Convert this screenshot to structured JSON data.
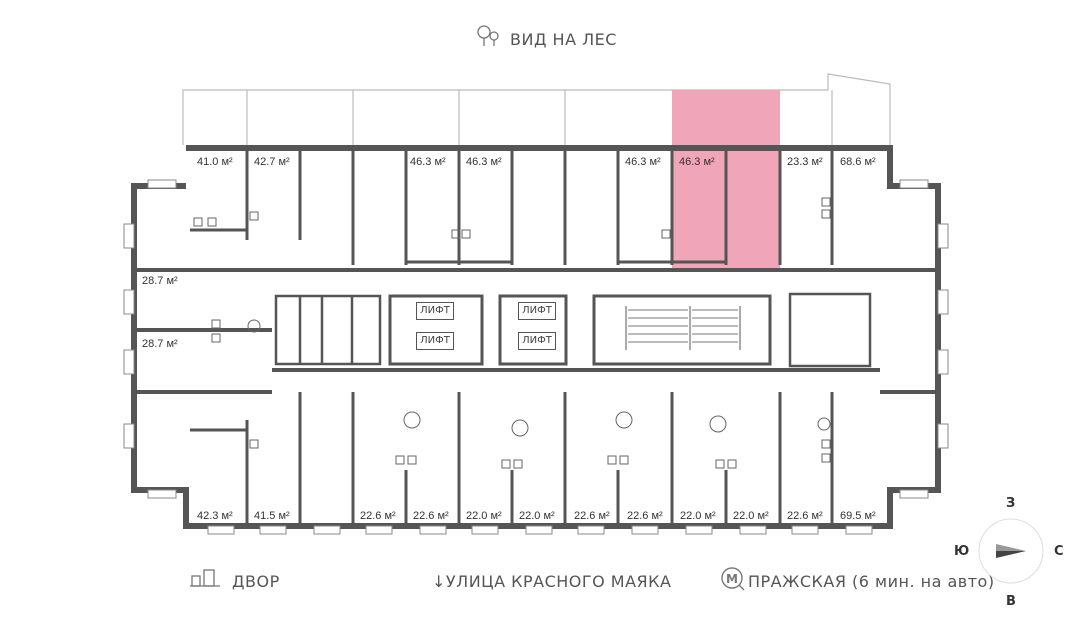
{
  "header": {
    "view_label": "ВИД НА ЛЕС"
  },
  "footer": {
    "yard_label": "ДВОР",
    "street_label": "↓УЛИЦА КРАСНОГО МАЯКА",
    "metro_label": "ПРАЖСКАЯ (6 мин. на авто)",
    "metro_icon": "metro-m-icon"
  },
  "compass": {
    "north": "З",
    "west": "Ю",
    "east": "С",
    "south": "В"
  },
  "lifts": [
    "ЛИФТ",
    "ЛИФТ",
    "ЛИФТ",
    "ЛИФТ"
  ],
  "units_top": [
    "41.0 м²",
    "42.7 м²",
    "46.3 м²",
    "46.3 м²",
    "46.3 м²",
    "46.3 м²",
    "23.3 м²",
    "68.6 м²"
  ],
  "units_left": [
    "28.7 м²",
    "28.7 м²"
  ],
  "units_bottom": [
    "42.3 м²",
    "41.5 м²",
    "22.6 м²",
    "22.6 м²",
    "22.0 м²",
    "22.0 м²",
    "22.6 м²",
    "22.6 м²",
    "22.0 м²",
    "22.0 м²",
    "22.6 м²",
    "69.5 м²"
  ],
  "highlight": {
    "unit": "46.3 м²",
    "color": "#f0a0b4"
  },
  "colors": {
    "wall": "#555555",
    "accent": "#f0a0b4"
  }
}
